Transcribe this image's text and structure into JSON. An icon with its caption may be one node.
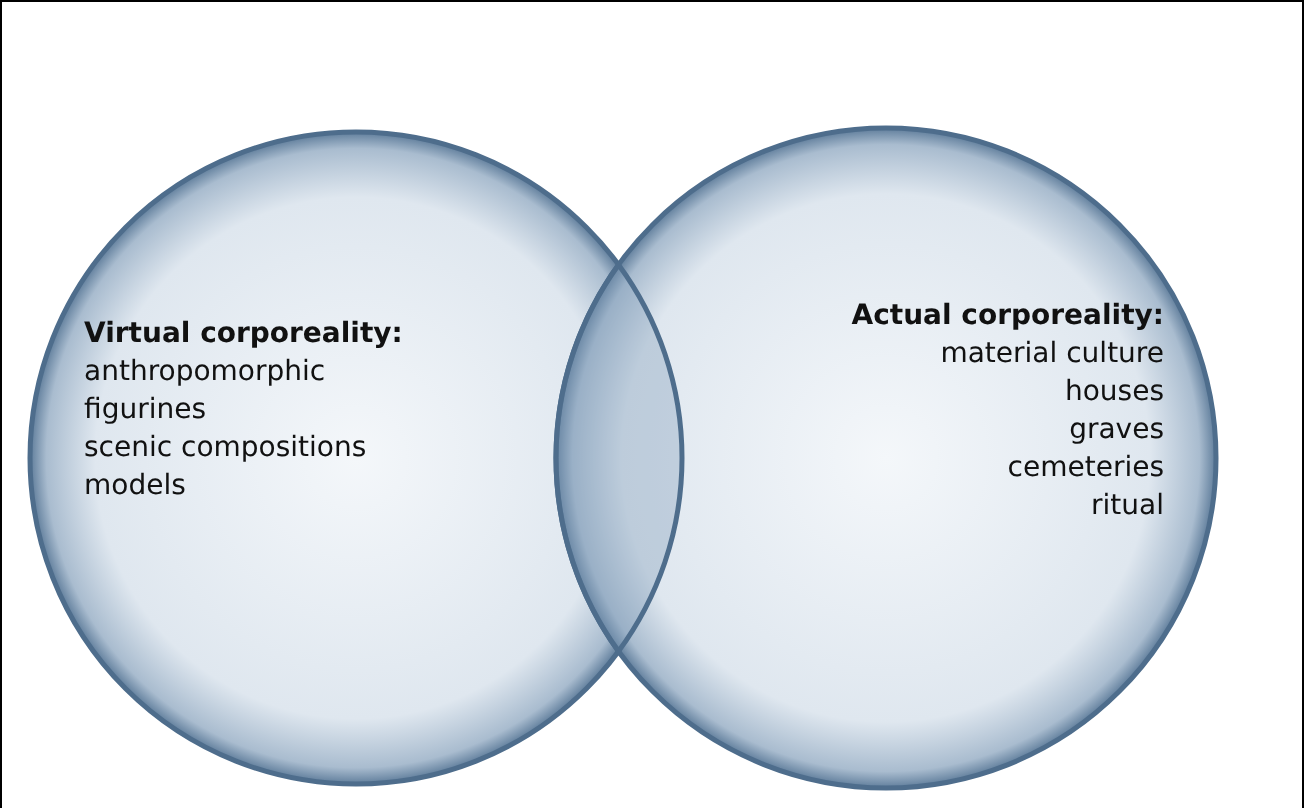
{
  "diagram": {
    "nodes": [
      {
        "text": [
          "Virtual corporeality:",
          "anthropomorphic figurines",
          "scenic compositions",
          "models"
        ]
      },
      {
        "text": [
          "Actual corporeality:",
          "material culture",
          "houses",
          "graves",
          "cemeteries",
          "ritual"
        ]
      }
    ]
  }
}
